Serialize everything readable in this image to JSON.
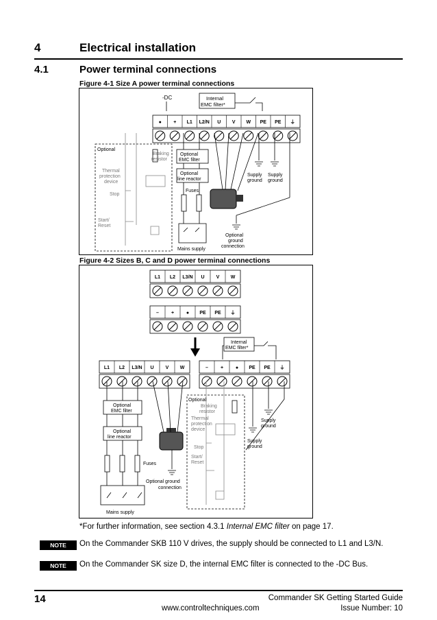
{
  "chapter": {
    "number": "4",
    "title": "Electrical installation"
  },
  "section": {
    "number": "4.1",
    "title": "Power terminal connections"
  },
  "figure1": {
    "caption": "Figure 4-1  Size A power terminal connections",
    "terminals": [
      "●",
      "+",
      "L1",
      "L2/N",
      "U",
      "V",
      "W",
      "PE",
      "PE",
      "⏚"
    ],
    "labels": {
      "dc": "-DC",
      "emc_internal_1": "Internal",
      "emc_internal_2": "EMC filter*",
      "optional": "Optional",
      "braking_1": "Braking",
      "braking_2": "resistor",
      "thermal_1": "Thermal",
      "thermal_2": "protection",
      "thermal_3": "device",
      "stop": "Stop",
      "start_1": "Start/",
      "start_2": "Reset",
      "opt_emc_1": "Optional",
      "opt_emc_2": "EMC filter",
      "opt_reactor_1": "Optional",
      "opt_reactor_2": "line reactor",
      "fuses": "Fuses",
      "mains": "Mains supply",
      "supply_1": "Supply",
      "supply_2": "ground",
      "optg_1": "Optional",
      "optg_2": "ground",
      "optg_3": "connection"
    }
  },
  "figure2": {
    "caption": "Figure 4-2  Sizes B, C and D power terminal connections",
    "top_row1": [
      "L1",
      "L2",
      "L3/N",
      "U",
      "V",
      "W"
    ],
    "top_row2": [
      "–",
      "+",
      "●",
      "PE",
      "PE",
      "⏚"
    ],
    "bottom_left": [
      "L1",
      "L2",
      "L3/N",
      "U",
      "V",
      "W"
    ],
    "bottom_right": [
      "–",
      "+",
      "●",
      "PE",
      "PE",
      "⏚"
    ],
    "labels": {
      "emc_internal_1": "Internal",
      "emc_internal_2": "EMC filter*",
      "opt_emc_1": "Optional",
      "opt_emc_2": "EMC filter",
      "opt_reactor_1": "Optional",
      "opt_reactor_2": "line reactor",
      "fuses": "Fuses",
      "optg_1": "Optional ground",
      "optg_2": "connection",
      "mains": "Mains supply",
      "optional": "Optional",
      "braking_1": "Braking",
      "braking_2": "resistor",
      "thermal_1": "Thermal",
      "thermal_2": "protection",
      "thermal_3": "device",
      "stop": "Stop",
      "start_1": "Start/",
      "start_2": "Reset",
      "supply_1": "Supply",
      "supply_2": "ground"
    }
  },
  "footnote": {
    "prefix": "*For further information, see section 4.3.1 ",
    "italic": "Internal EMC filter",
    "suffix": " on page 17."
  },
  "notes": [
    {
      "badge": "NOTE",
      "text": "On the Commander SKB 110 V drives, the supply should be connected to L1 and L3/N."
    },
    {
      "badge": "NOTE",
      "text": "On the Commander SK size D, the internal EMC filter is connected to the -DC Bus."
    }
  ],
  "footer": {
    "page": "14",
    "guide": "Commander SK Getting Started Guide",
    "url": "www.controltechniques.com",
    "issue": "Issue Number: 10"
  }
}
